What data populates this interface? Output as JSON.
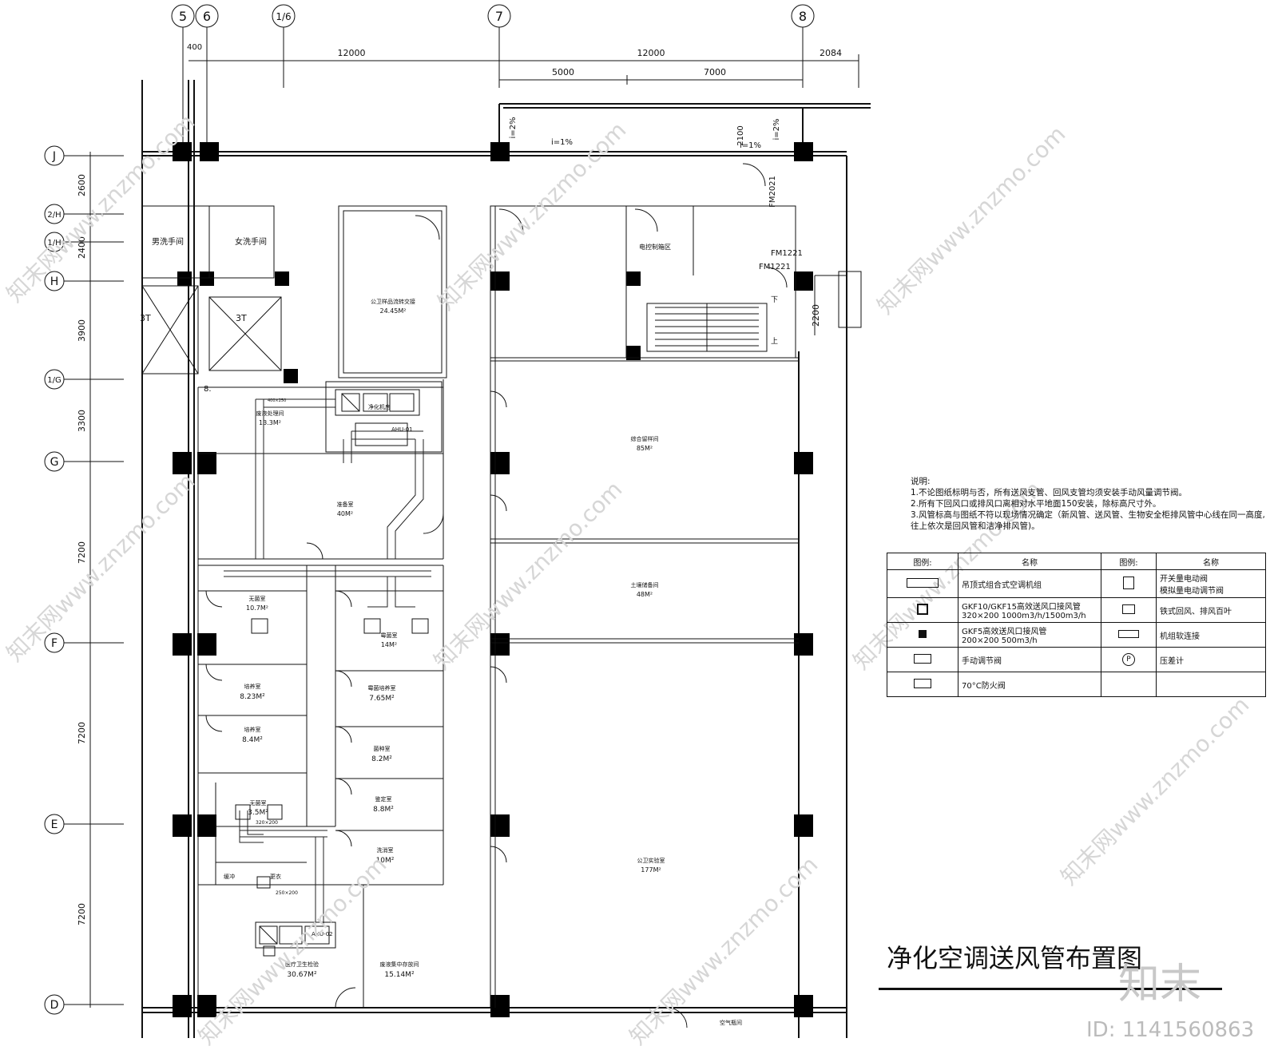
{
  "axes_top": [
    "5",
    "6",
    "1/6",
    "7",
    "8"
  ],
  "axes_left": [
    "J",
    "2/H",
    "1/H",
    "H",
    "1/G",
    "G",
    "F",
    "E",
    "D"
  ],
  "dims_top": [
    "400",
    "12000",
    "12000",
    "2084",
    "5000",
    "7000"
  ],
  "dims_left": [
    "2600",
    "2400",
    "3900",
    "3300",
    "7200",
    "7200",
    "7200"
  ],
  "dims_misc": [
    "2100",
    "2200",
    "i=2%",
    "i=1%",
    "i=1%",
    "i=2%"
  ],
  "doors": [
    "FM2021",
    "FM1221",
    "FM1221"
  ],
  "rooms": [
    {
      "name": "男洗手间",
      "area": ""
    },
    {
      "name": "女洗手间",
      "area": ""
    },
    {
      "name": "3T",
      "area": ""
    },
    {
      "name": "3T",
      "area": ""
    },
    {
      "name": "公卫样品流转交接",
      "area": "24.45M²"
    },
    {
      "name": "电控制箱区",
      "area": ""
    },
    {
      "name": "综合留样间",
      "area": "85M²"
    },
    {
      "name": "土壤储备间",
      "area": "48M²"
    },
    {
      "name": "公卫实验室",
      "area": "177M²"
    },
    {
      "name": "废液处理间",
      "area": "13.3M²"
    },
    {
      "name": "净化机房",
      "area": ""
    },
    {
      "name": "准备室",
      "area": "40M²"
    },
    {
      "name": "无菌室",
      "area": "10.7M²"
    },
    {
      "name": "霉菌室",
      "area": "14M²"
    },
    {
      "name": "培养室",
      "area": "8.23M²"
    },
    {
      "name": "霉菌培养室",
      "area": "7.65M²"
    },
    {
      "name": "培养室",
      "area": "8.4M²"
    },
    {
      "name": "菌种室",
      "area": "8.2M²"
    },
    {
      "name": "鉴定室",
      "area": "8.8M²"
    },
    {
      "name": "无菌室",
      "area": "3.5M²"
    },
    {
      "name": "洗消室",
      "area": "10M²"
    },
    {
      "name": "缓冲",
      "area": ""
    },
    {
      "name": "更衣",
      "area": ""
    },
    {
      "name": "医疗卫生检验",
      "area": "30.67M²"
    },
    {
      "name": "废液集中存放间",
      "area": "15.14M²"
    },
    {
      "name": "空气瓶间",
      "area": ""
    }
  ],
  "misc_labels": [
    "下",
    "上",
    "8.",
    "AHU-01",
    "AHU-02",
    "320×200",
    "250×200",
    "400×250"
  ],
  "notes": {
    "title": "说明:",
    "lines": [
      "1.不论图纸标明与否，所有送风支管、回风支管均须安装手动风量调节阀。",
      "2.所有下回风口或排风口离相对水平地面150安装，除标高尺寸外。",
      "3.风管标高与图纸不符以现场情况确定（新风管、送风管、生物安全柜排风管中心线在同一高度,",
      "往上依次是回风管和洁净排风管)。"
    ]
  },
  "legend": {
    "header": [
      "图例:",
      "名称",
      "图例:",
      "名称"
    ],
    "rows": [
      {
        "left_name": "吊顶式组合式空调机组",
        "right_name": "开关量电动阀\n模拟量电动调节阀"
      },
      {
        "left_name": "GKF10/GKF15高效送风口接风管\n320×200 1000m3/h/1500m3/h",
        "right_name": "铁式回风、排风百叶"
      },
      {
        "left_name": "GKF5高效送风口接风管\n200×200 500m3/h",
        "right_name": "机组软连接"
      },
      {
        "left_name": "手动调节阀",
        "right_name": "压差计"
      },
      {
        "left_name": "70°C防火阀",
        "right_name": ""
      }
    ],
    "symbol_p": "P"
  },
  "title": "净化空调送风管布置图",
  "watermark": {
    "id": "ID: 1141560863",
    "logo": "知末",
    "tile": "知末网www.znzmo.com"
  }
}
